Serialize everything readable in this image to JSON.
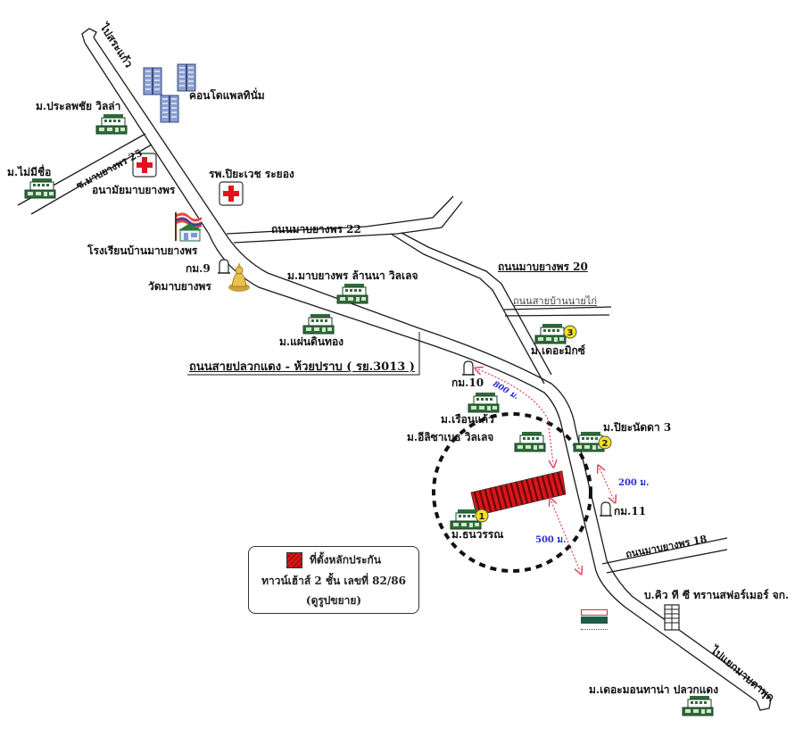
{
  "map": {
    "direction_labels": {
      "north": "ไปสระแก้ว",
      "southeast": "ไปแยกมาบตาพุด"
    },
    "roads": {
      "soi_25": "ซ.มาบยางพร 25",
      "road_22": "ถนนมาบยางพร 22",
      "road_20": "ถนนมาบยางพร 20",
      "road_nongbua": "ถนนสายบ้านนายไก่",
      "main_road": "ถนนสายปลวกแดง - ห้วยปราบ ( รย.3013 )",
      "road_18": "ถนนมาบยางพร 18"
    },
    "landmarks": {
      "condo": "คอนโดแพลทินั่ม",
      "prasoetchai_villa": "ม.ประลพชัย วิลล่า",
      "no_name_village": "ม.ไม่มีชื่อ",
      "health_center": "อนามัยมาบยางพร",
      "hospital": "รพ.ปิยะเวช ระยอง",
      "school": "โรงเรียนบ้านมาบยางพร",
      "km9": "กม.9",
      "temple": "วัดมาบยางพร",
      "lanna_village": "ม.มาบยางพร ล้านนา วิลเลจ",
      "phaen_din_thong": "ม.แผ่นดินทอง",
      "the_mix": "ม.เดอะมิกซ์",
      "km10": "กม.10",
      "ruean_kaeo": "ม.เรือนแก้ว",
      "elizabeth_villa": "ม.อีลิซาเบธ วิลเลจ",
      "piyanatda": "ม.ปิยะนัดดา 3",
      "km11": "กม.11",
      "thanawan": "ม.ธนวรรณ",
      "qtc": "บ.คิว ที ซี ทรานสฟอร์เมอร์ จก.",
      "montana": "ม.เดอะมอนทาน่า ปลวกแดง"
    },
    "markers": [
      "1",
      "2",
      "3"
    ],
    "distances": {
      "d800": "800 ม.",
      "d200": "200 ม.",
      "d500": "500 ม."
    },
    "legend": {
      "title": "ที่ตั้งหลักประกัน",
      "line2": "ทาวน์เฮ้าส์ 2 ชั้น เลขที่ 82/86",
      "line3": "(ดูรูปขยาย)"
    },
    "colors": {
      "property": "#d8161a",
      "distance": "#2b2bd6",
      "arrow": "#e0405a",
      "marker": "#f5e11e",
      "house": "#2e6b3a",
      "condo": "#7a8fc4"
    }
  }
}
